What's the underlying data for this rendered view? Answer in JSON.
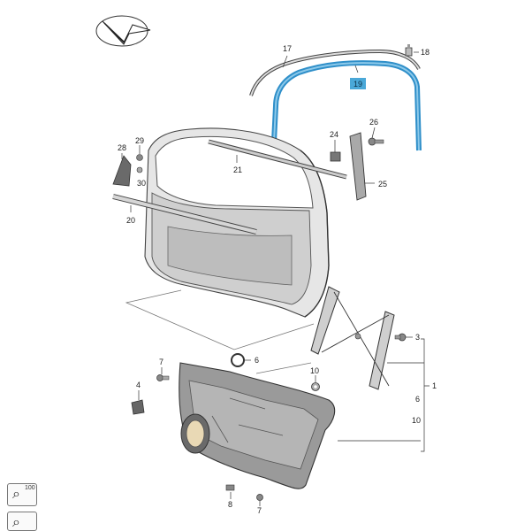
{
  "diagram": {
    "callouts": {
      "c17": "17",
      "c18": "18",
      "c19": "19",
      "c26": "26",
      "c24": "24",
      "c25": "25",
      "c28": "28",
      "c29": "29",
      "c30": "30",
      "c21": "21",
      "c20": "20",
      "c3": "3",
      "c1": "1",
      "c6a": "6",
      "c10a": "10",
      "c7a": "7",
      "c4": "4",
      "c6b": "6",
      "c10b": "10",
      "c8": "8",
      "c7b": "7"
    },
    "highlighted_part": "19",
    "colors": {
      "highlight": "#4aa8d8",
      "seal": "#2f8fc9"
    }
  },
  "toolbar": {
    "zoom_button": {
      "icon": "magnifier-icon",
      "label": "100"
    },
    "second_button": {
      "icon": "magnifier-icon"
    }
  }
}
